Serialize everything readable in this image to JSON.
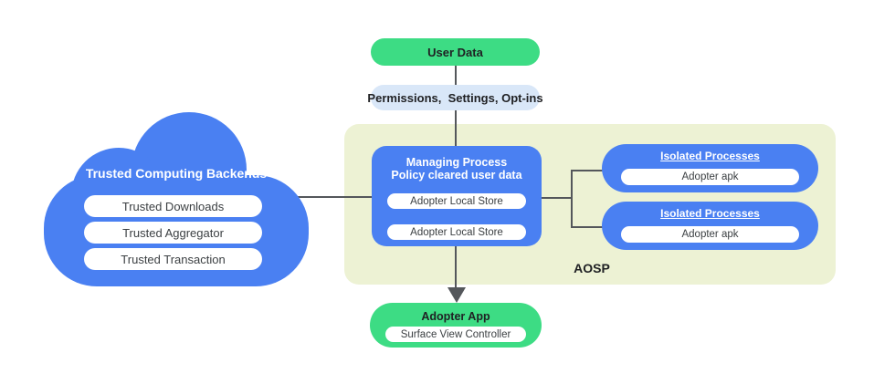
{
  "colors": {
    "node_blue": "#4a80f2",
    "android_green": "#3ddc84",
    "light_blue_pill": "#d9e7f8",
    "aosp_container_green": "#edf2d4",
    "connector_gray": "#54575b",
    "dark_text": "#202124",
    "inner_pill_text": "#3c4043"
  },
  "cloud": {
    "title": "Trusted Computing Backends",
    "items": [
      "Trusted Downloads",
      "Trusted Aggregator",
      "Trusted Transaction"
    ]
  },
  "flow": {
    "user_data_label": "User Data",
    "permissions_label": "Permissions,  Settings, Opt-ins"
  },
  "aosp": {
    "label": "AOSP",
    "managing_process": {
      "title_line1": "Managing Process",
      "title_line2": "Policy cleared user data",
      "stores": [
        "Adopter Local Store",
        "Adopter Local Store"
      ]
    },
    "isolated_processes": [
      {
        "title": "Isolated Processes",
        "item": "Adopter apk"
      },
      {
        "title": "Isolated Processes",
        "item": "Adopter apk"
      }
    ]
  },
  "adopter_app": {
    "title": "Adopter App",
    "item": "Surface View Controller"
  }
}
